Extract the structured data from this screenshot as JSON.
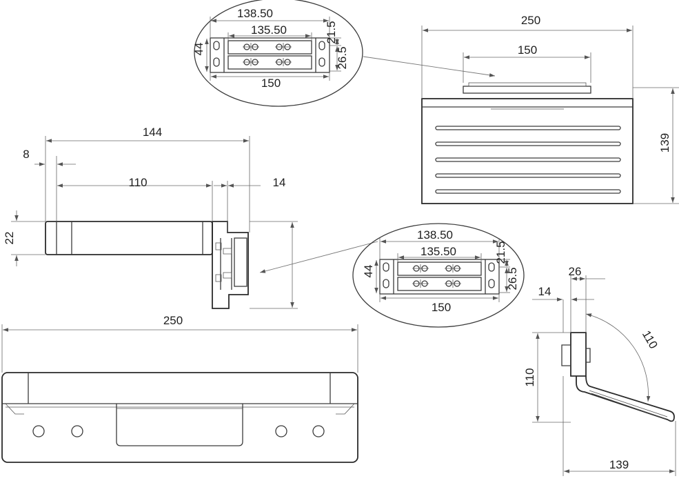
{
  "dimensions": {
    "detail_top": {
      "width_outer": "138.50",
      "width_inner": "135.50",
      "height": "44",
      "hole_spacing": "21.5",
      "hole_height": "26.5",
      "base_width": "150"
    },
    "detail_mid": {
      "width_outer": "138.50",
      "width_inner": "135.50",
      "height": "44",
      "hole_spacing": "21.5",
      "hole_height": "26.5",
      "base_width": "150"
    },
    "front_view": {
      "overall_width": "250",
      "plate_width": "150",
      "height": "139"
    },
    "side_view": {
      "overall_length": "144",
      "wall_offset": "8",
      "shelf_depth": "110",
      "bracket_depth": "14",
      "thickness": "22"
    },
    "bottom_view": {
      "overall_width": "250"
    },
    "tilted_view": {
      "bracket_width": "26",
      "wall_offset": "14",
      "angle_radius": "110",
      "height": "110",
      "overall_depth": "139"
    }
  },
  "colors": {
    "line": "#3a3a3a",
    "text": "#1e1e1e",
    "background": "#ffffff"
  }
}
